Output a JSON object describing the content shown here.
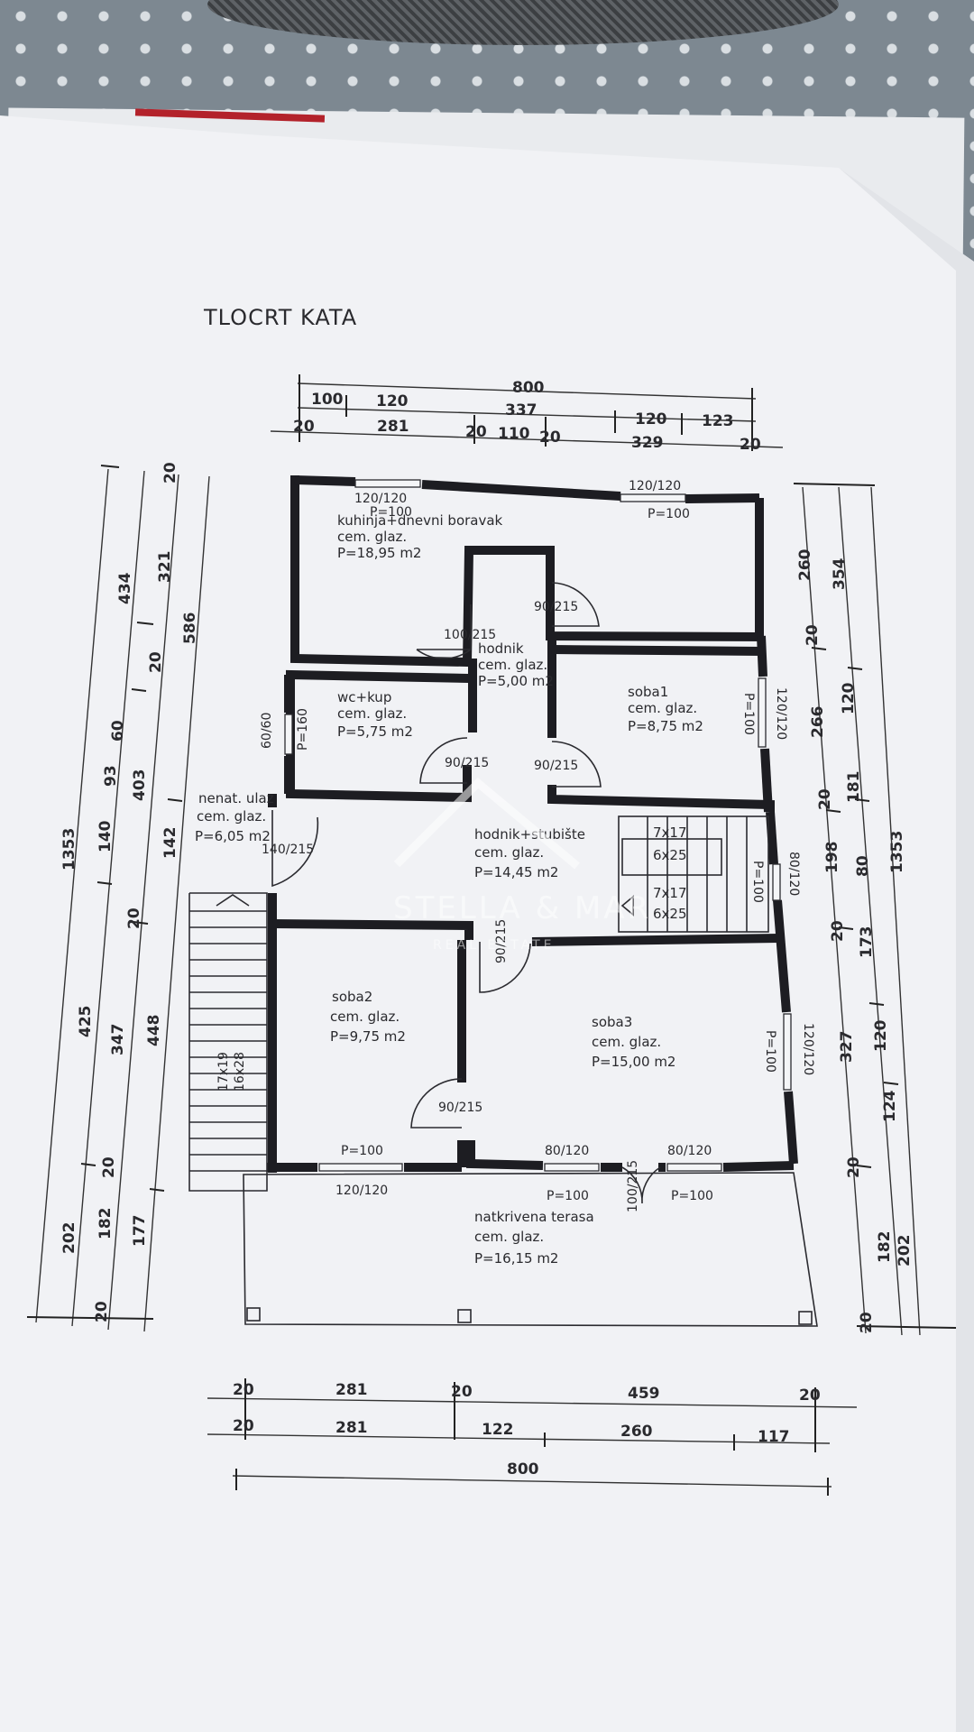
{
  "title": "TLOCRT KATA",
  "rooms": [
    {
      "id": "kitchen",
      "name": "kuhinja+dnevni boravak",
      "floor": "cem. glaz.",
      "area": "P=18,95 m2"
    },
    {
      "id": "hall",
      "name": "hodnik",
      "floor": "cem. glaz.",
      "area": "P=5,00 m2"
    },
    {
      "id": "wc",
      "name": "wc+kup",
      "floor": "cem. glaz.",
      "area": "P=5,75 m2"
    },
    {
      "id": "soba1",
      "name": "soba1",
      "floor": "cem. glaz.",
      "area": "P=8,75 m2"
    },
    {
      "id": "entry",
      "name": "nenat. ulaz",
      "floor": "cem. glaz.",
      "area": "P=6,05 m2"
    },
    {
      "id": "stairhall",
      "name": "hodnik+stubište",
      "floor": "cem. glaz.",
      "area": "P=14,45 m2"
    },
    {
      "id": "soba2",
      "name": "soba2",
      "floor": "cem. glaz.",
      "area": "P=9,75 m2"
    },
    {
      "id": "soba3",
      "name": "soba3",
      "floor": "cem. glaz.",
      "area": "P=15,00 m2"
    },
    {
      "id": "terrace",
      "name": "natkrivena terasa",
      "floor": "cem. glaz.",
      "area": "P=16,15 m2"
    }
  ],
  "openings": {
    "win_top_left": "120/120",
    "win_top_left_p": "P=100",
    "win_top_right": "120/120",
    "win_top_right_p": "P=100",
    "door_kitchen_hall": "100/215",
    "door_hall_right": "90/215",
    "door_wc": "90/215",
    "door_soba1": "90/215",
    "win_wc": "60/60",
    "win_wc_p": "P=160",
    "win_soba1": "120/120",
    "win_soba1_p": "P=100",
    "door_entry": "140/215",
    "stairs_1": "7x17",
    "stairs_2": "6x25",
    "stairs_3": "7x17",
    "stairs_4": "6x25",
    "win_stair": "80/120",
    "win_stair_p": "P=100",
    "door_stairhall": "90/215",
    "outer_stairs_1": "17x19",
    "outer_stairs_2": "16x28",
    "win_soba3": "120/120",
    "win_soba3_p": "P=100",
    "door_soba2": "90/215",
    "win_soba2": "120/120",
    "win_soba2_p": "P=100",
    "win_terrace_1": "80/120",
    "win_terrace_1_p": "P=100",
    "door_terrace": "100/215",
    "win_terrace_2": "80/120",
    "win_terrace_2_p": "P=100"
  },
  "dims_top": {
    "row1": [
      "800"
    ],
    "row2": [
      "100",
      "120",
      "337",
      "120",
      "123"
    ],
    "row3": [
      "20",
      "281",
      "20",
      "110",
      "20",
      "329",
      "20"
    ],
    "marker": "20"
  },
  "dims_bottom": {
    "row1": [
      "20",
      "281",
      "20",
      "459",
      "20"
    ],
    "row2": [
      "20",
      "281",
      "122",
      "260",
      "117"
    ],
    "row3": [
      "800"
    ]
  },
  "dims_left": {
    "col1": [
      "1353",
      "202",
      "20"
    ],
    "col2": [
      "434",
      "93",
      "140",
      "425"
    ],
    "col3": [
      "60",
      "403",
      "20",
      "347",
      "20",
      "182"
    ],
    "col4": [
      "321",
      "20",
      "142",
      "448",
      "177"
    ],
    "col5": [
      "20",
      "586"
    ]
  },
  "dims_right": {
    "col1": [
      "260",
      "20",
      "266",
      "20",
      "198",
      "20",
      "327",
      "20",
      "20"
    ],
    "col2": [
      "354",
      "120",
      "181",
      "80",
      "173",
      "120",
      "124",
      "182"
    ],
    "col3": [
      "1353",
      "202"
    ]
  },
  "watermark": {
    "main": "STELLA & MAR",
    "sub": "REAL ESTATE"
  }
}
